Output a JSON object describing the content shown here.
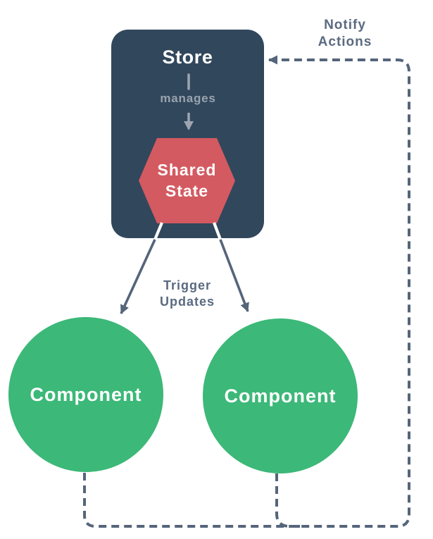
{
  "diagram": {
    "store_label": "Store",
    "manages_label": "manages",
    "shared_state_label": "Shared\nState",
    "trigger_updates_label": "Trigger\nUpdates",
    "notify_actions_label": "Notify\nActions",
    "components": [
      {
        "label": "Component"
      },
      {
        "label": "Component"
      }
    ],
    "colors": {
      "store_bg": "#31475c",
      "shared_state_bg": "#d45a61",
      "component_bg": "#3cb878",
      "connector_slate": "#55657a",
      "connector_gray": "#9da5b0",
      "label_light": "#ffffff",
      "label_slate": "#5a6a80",
      "background": "#ffffff"
    }
  }
}
